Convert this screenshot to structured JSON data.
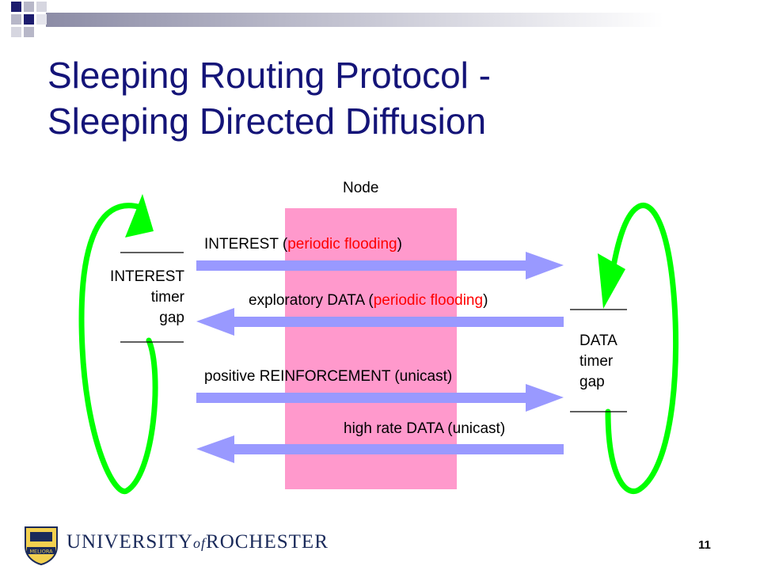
{
  "slide": {
    "title_line1": "Sleeping Routing Protocol -",
    "title_line2": "Sleeping Directed Diffusion",
    "slide_number": "11"
  },
  "diagram": {
    "node_label": "Node",
    "interest_label": "INTEREST (",
    "interest_highlight": "periodic flooding",
    "interest_close": ")",
    "exploratory_label": "exploratory DATA (",
    "exploratory_highlight": "periodic flooding",
    "exploratory_close": ")",
    "reinforcement_label": "positive REINFORCEMENT (unicast)",
    "highrate_label": "high rate DATA (unicast)",
    "left_timer": {
      "line1": "INTEREST",
      "line2": "timer",
      "line3": "gap"
    },
    "right_timer": {
      "line1": "DATA",
      "line2": "timer",
      "line3": "gap"
    }
  },
  "footer": {
    "university_a": "UNIVERSITY",
    "university_of": "of",
    "university_b": "ROCHESTER",
    "seal_text": "MELIORA"
  },
  "colors": {
    "title": "#141478",
    "node_box": "#ff99cc",
    "arrow": "#9999ff",
    "loop": "#00ff00",
    "highlight": "#ff0000"
  }
}
